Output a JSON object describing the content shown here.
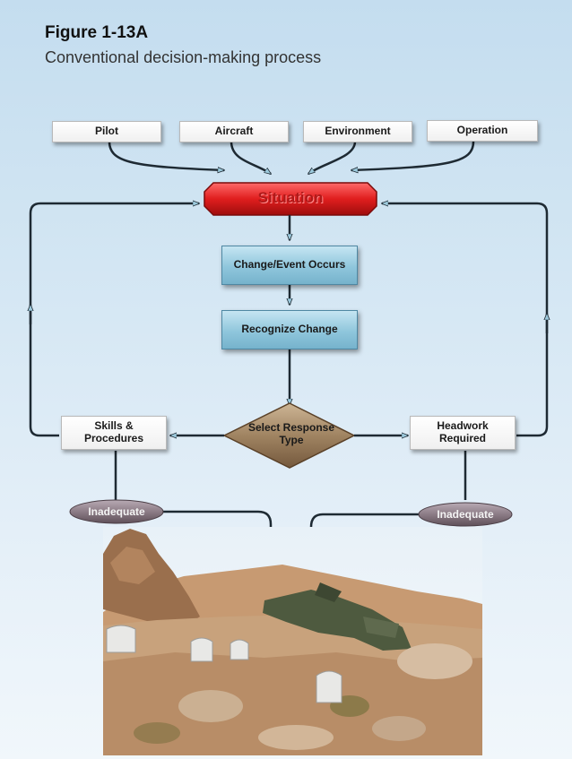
{
  "figure": {
    "title": "Figure 1-13A",
    "subtitle": "Conventional decision-making process"
  },
  "inputs": [
    "Pilot",
    "Aircraft",
    "Environment",
    "Operation"
  ],
  "situation": "Situation",
  "change_event": "Change/Event Occurs",
  "recognize_change": "Recognize Change",
  "decision": "Select Response Type",
  "skills_procedures": "Skills & Procedures",
  "headwork_required": "Headwork Required",
  "inadequate_left": "Inadequate",
  "inadequate_right": "Inadequate",
  "colors": {
    "situation": "#e01e1e",
    "process_box": "#8fc6dc",
    "decision": "#a08462",
    "inadequate": "#8c7c86",
    "background": "#c4ddef"
  }
}
